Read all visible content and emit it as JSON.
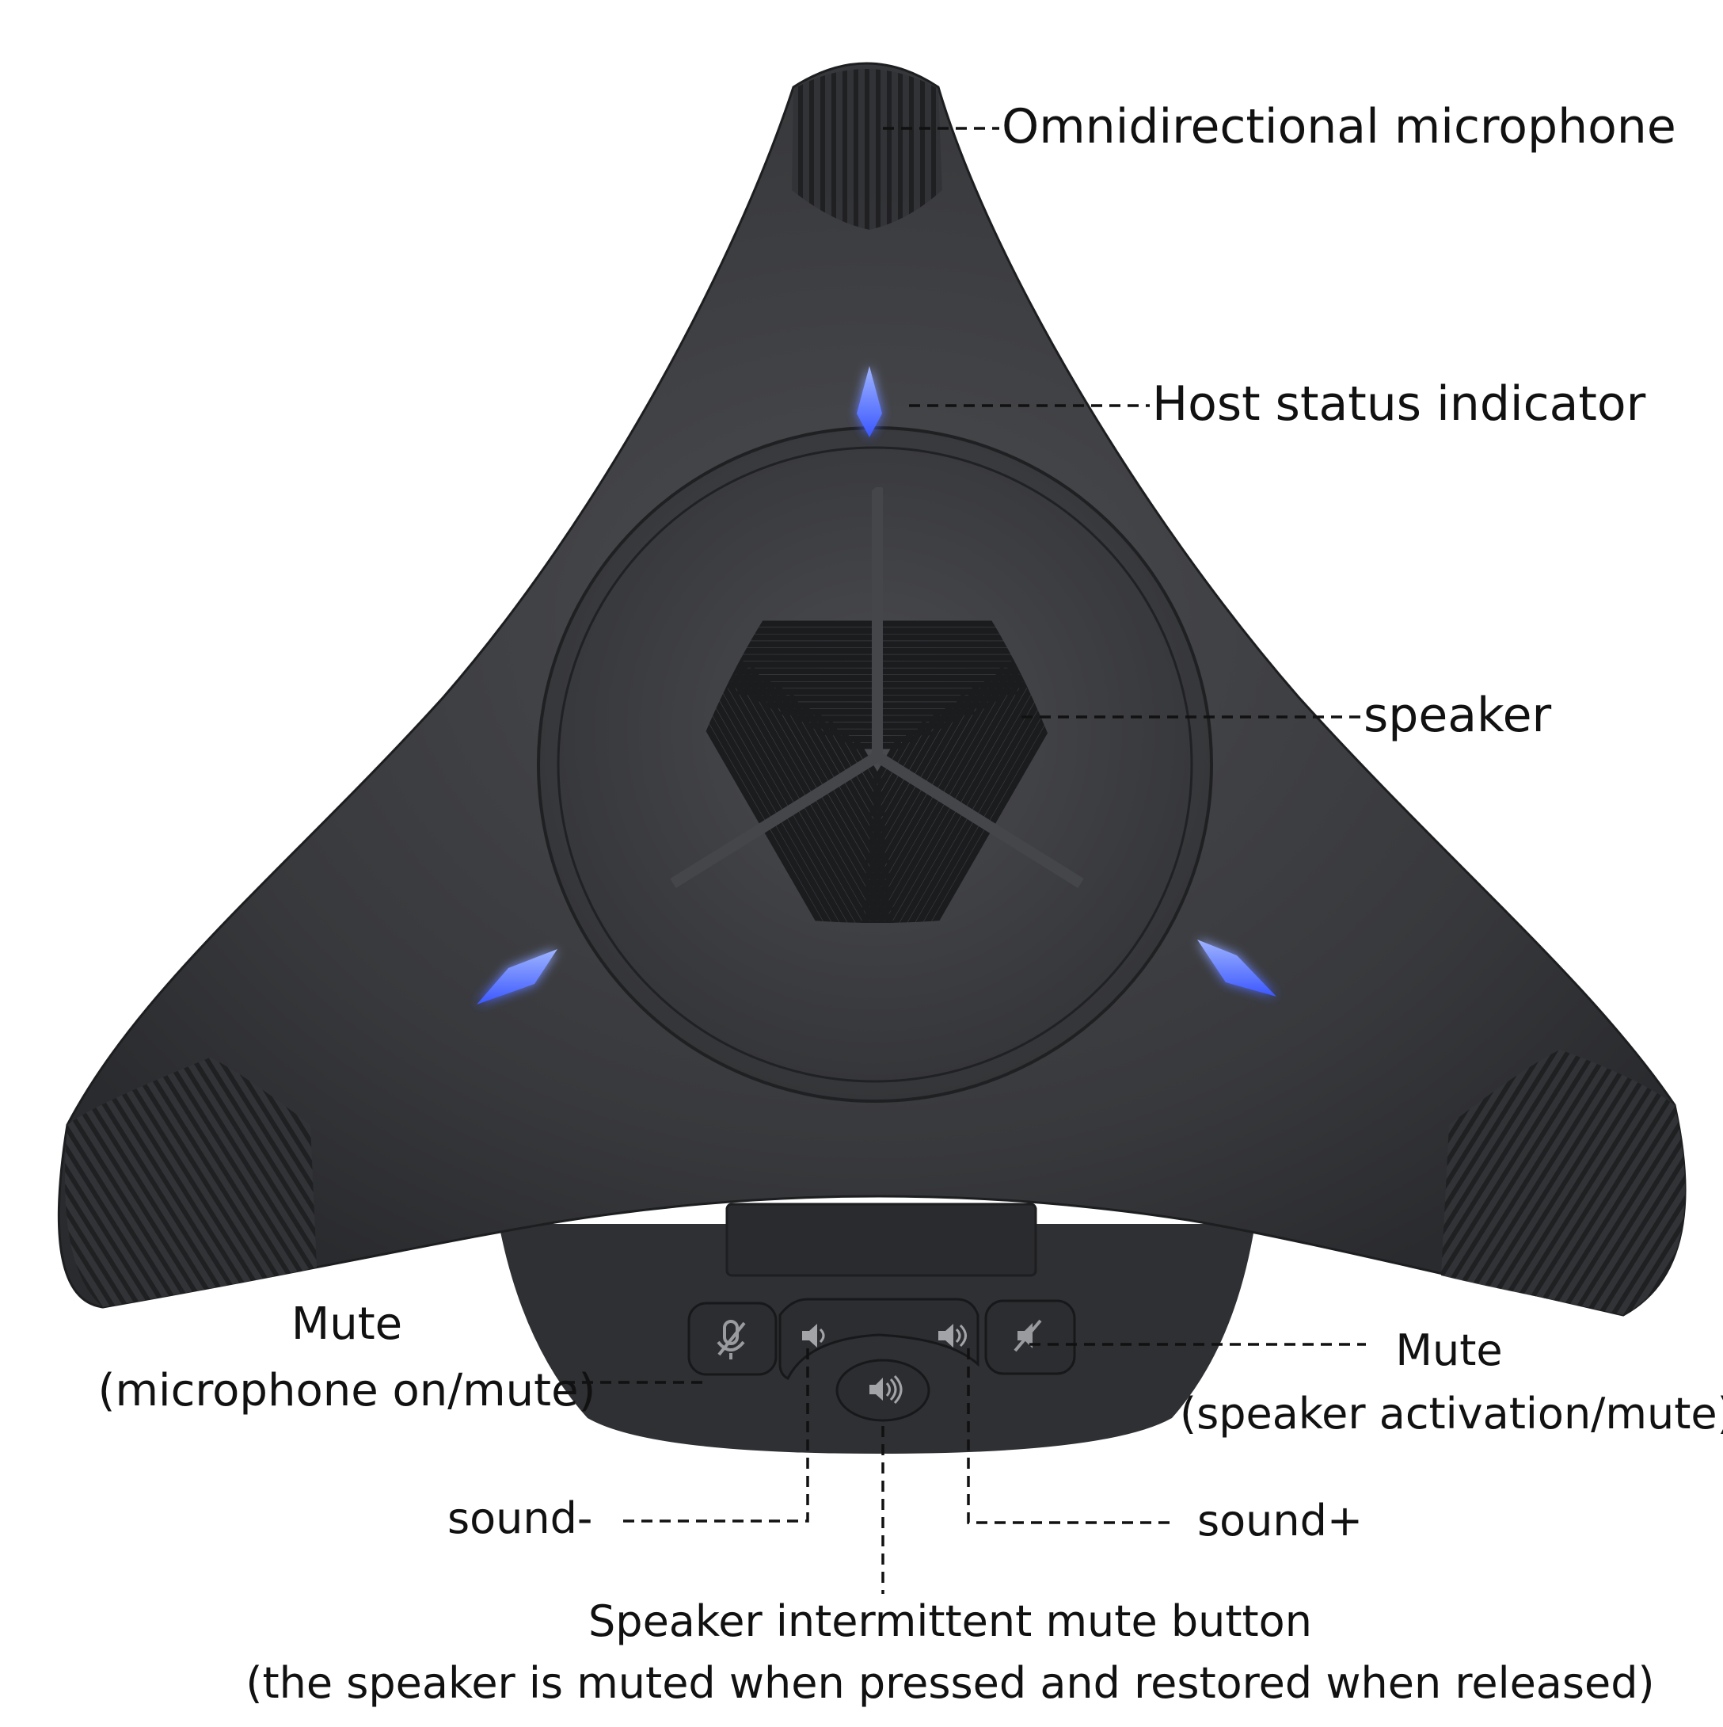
{
  "labels": {
    "omni": "Omnidirectional microphone",
    "omni_dash": "------",
    "host": "Host status indicator",
    "host_dash": "-----------",
    "speaker": "speaker",
    "speaker_dash": "---------------",
    "mute_mic_title": "Mute",
    "mute_mic_sub": "(microphone on/mute)",
    "mute_mic_dash": "--------",
    "mute_spk_title": "Mute",
    "mute_spk_dash": "-----------",
    "mute_spk_sub": "(speaker activation/mute)",
    "sound_minus": "sound-",
    "sound_plus": "sound+",
    "intermittent_title": "Speaker intermittent mute button",
    "intermittent_sub": "(the speaker is muted when pressed and restored when released)"
  },
  "colors": {
    "body": "#3a3b3e",
    "body_dark": "#26272a",
    "led": "#4f6dff",
    "leader": "#111111"
  },
  "icons": {
    "mic_mute": "mic-off-icon",
    "vol_down": "volume-down-icon",
    "vol_up": "volume-up-icon",
    "spk_mute": "speaker-off-icon",
    "intermittent": "speaker-wave-icon"
  }
}
